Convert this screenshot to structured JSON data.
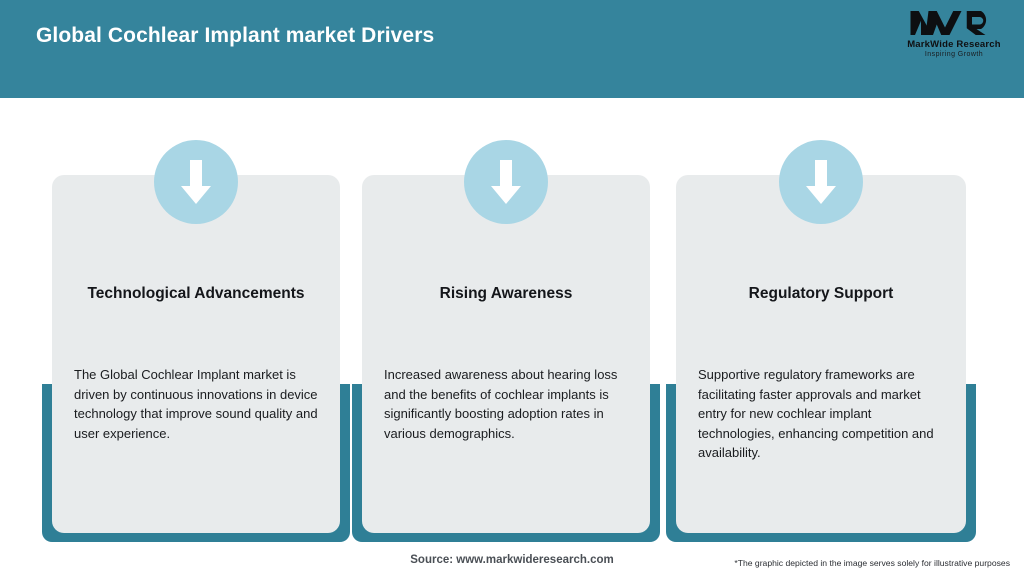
{
  "header": {
    "title": "Global Cochlear Implant market Drivers",
    "background_color": "#35849c",
    "title_color": "#ffffff"
  },
  "logo": {
    "mark": "MWR",
    "name": "MarkWide Research",
    "tagline": "Inspiring Growth"
  },
  "theme": {
    "teal": "#2f7f96",
    "header_teal": "#35849c",
    "card_gray": "#e8ebec",
    "icon_circle_blue": "#a9d6e5",
    "arrow_white": "#ffffff",
    "page_background": "#ffffff"
  },
  "cards": [
    {
      "icon": "arrow-down-icon",
      "title": "Technological Advancements",
      "body": "The Global Cochlear Implant market is driven by continuous innovations in device technology that improve sound quality and user experience."
    },
    {
      "icon": "arrow-down-icon",
      "title": "Rising Awareness",
      "body": "Increased awareness about hearing loss and the benefits of cochlear implants is significantly boosting adoption rates in various demographics."
    },
    {
      "icon": "arrow-down-icon",
      "title": "Regulatory Support",
      "body": "Supportive regulatory frameworks are facilitating faster approvals and market entry for new cochlear implant technologies, enhancing competition and availability."
    }
  ],
  "footer": {
    "source": "Source: www.markwideresearch.com",
    "disclaimer": "*The graphic depicted in the image serves solely for illustrative purposes"
  }
}
